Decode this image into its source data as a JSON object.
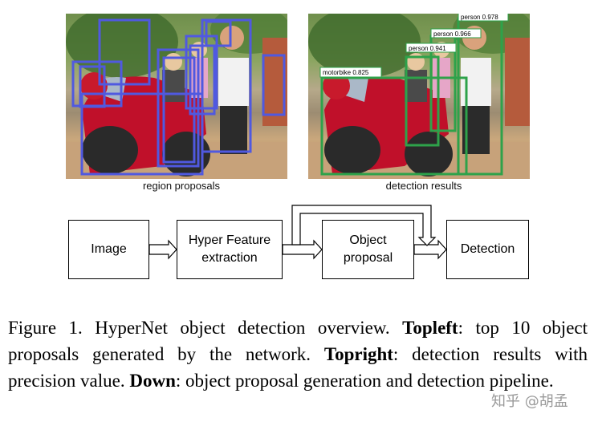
{
  "images": {
    "left_label": "region proposals",
    "right_label": "detection results",
    "proposal_color": "#5059e0",
    "detection_color": "#2ea24a",
    "detections": [
      {
        "label": "person 0.978"
      },
      {
        "label": "person 0.966"
      },
      {
        "label": "person 0.941"
      },
      {
        "label": "motorbike 0.825"
      }
    ]
  },
  "pipeline": {
    "image": "Image",
    "hyper": "Hyper Feature\nextraction",
    "object": "Object\nproposal",
    "detection": "Detection"
  },
  "caption": {
    "figure": "Figure 1. HyperNet object detection overview. ",
    "topleft_label": "Topleft",
    "topleft_text": ": top 10 object proposals generated by the network. ",
    "topright_label": "Topright",
    "topright_text": ": detection results with precision value. ",
    "down_label": "Down",
    "down_text": ": object proposal generation and detection pipeline."
  },
  "watermark": "知乎 @胡孟"
}
